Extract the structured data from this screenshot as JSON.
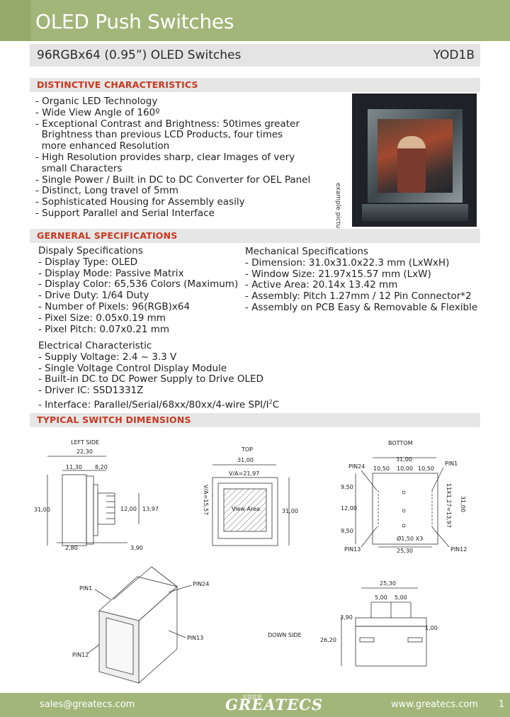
{
  "header": {
    "title": "OLED Push Switches",
    "subtitle": "96RGBx64 (0.95”) OLED Switches",
    "model": "YOD1B"
  },
  "sections": {
    "distinctive": "DISTINCTIVE CHARACTERISTICS",
    "general": "GERNERAL SPECIFICATIONS",
    "dimensions": "TYPICAL SWITCH DIMENSIONS"
  },
  "characteristics": [
    "- Organic LED Technology",
    "- Wide View Angle of 160º",
    "- Exceptional Contrast and Brightness: 50times greater",
    "  Brightness than previous LCD Products, four times",
    "  more enhanced Resolution",
    "- High Resolution provides sharp, clear Images of very",
    "  small Characters",
    "- Single Power / Built in DC to DC Converter for OEL Panel",
    "- Distinct, Long travel of 5mm",
    "- Sophisticated Housing for Assembly easily",
    "- Support Parallel and Serial Interface"
  ],
  "photo_caption": "example picture",
  "display_specs": {
    "heading": "Dispaly Specifications",
    "items": [
      "- Display Type: OLED",
      "- Display Mode: Passive Matrix",
      "- Display Color: 65,536 Colors (Maximum)",
      "- Drive Duty: 1/64 Duty",
      "- Number of Pixels: 96(RGB)x64",
      "- Pixel Size: 0.05x0.19 mm",
      "- Pixel Pitch: 0.07x0.21 mm"
    ]
  },
  "mechanical_specs": {
    "heading": "Mechanical Specifications",
    "items": [
      "- Dimension: 31.0x31.0x22.3 mm (LxWxH)",
      "- Window Size: 21.97x15.57 mm (LxW)",
      "- Active Area: 20.14x 13.42 mm",
      "- Assembly: Pitch 1.27mm / 12 Pin Connector*2",
      "- Assembly on PCB Easy & Removable & Flexible"
    ]
  },
  "electrical_specs": {
    "heading": "Electrical Characteristic",
    "items": [
      "- Supply Voltage: 2.4 ~ 3.3 V",
      "- Single Voltage Control Display Module",
      "- Built-in DC to DC Power Supply to Drive OLED",
      "- Driver IC: SSD1331Z"
    ],
    "interface_prefix": "- Interface: Parallel/Serial/68xx/80xx/4-wire SPI/I",
    "interface_sup": "2",
    "interface_suffix": "C"
  },
  "drawing_labels": {
    "left_side": "LEFT SIDE",
    "top": "TOP",
    "bottom": "BOTTOM",
    "down_side": "DOWN SIDE",
    "view_area": "View Area",
    "pin1": "PIN1",
    "pin24": "PIN24",
    "pin13": "PIN13",
    "pin12": "PIN12",
    "d_22_30": "22,30",
    "d_11_30": "11,30",
    "d_8_20": "8,20",
    "d_31_00": "31,00",
    "d_12_00": "12,00",
    "d_13_97": "13,97",
    "d_2_80": "2,80",
    "d_3_90": "3,90",
    "d_va_21_97": "V/A=21,97",
    "d_va_15_57": "V/A=15,57",
    "d_10_50": "10,50",
    "d_10_00": "10,00",
    "d_9_50": "9,50",
    "d_hole": "Ø1,50 X3",
    "d_25_30": "25,30",
    "d_11x127": "11X1,27=13,97",
    "d_5_00": "5,00",
    "d_26_20": "26,20",
    "d_1_00": "1,00"
  },
  "footer": {
    "email": "sales@greatecs.com",
    "logo": "GREATECS",
    "logo_cn": "吉瑞克斯",
    "website": "www.greatecs.com",
    "page": "1"
  },
  "colors": {
    "header_green": "#a3b67a",
    "section_red": "#c8371f",
    "section_grey": "#e6e6e6"
  }
}
